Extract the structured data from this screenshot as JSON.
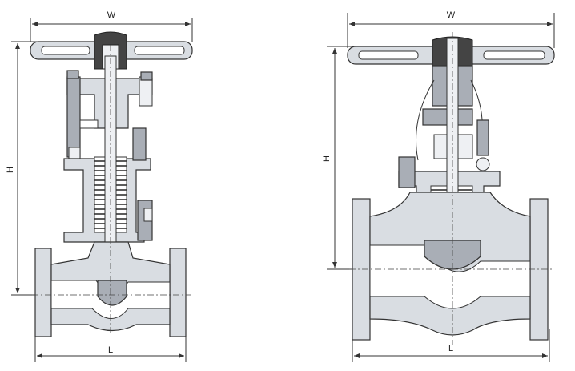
{
  "left_view": {
    "width_label": "W",
    "height_label": "H",
    "length_label": "L"
  },
  "right_view": {
    "width_label": "W",
    "height_label": "H",
    "length_label": "L"
  },
  "colors": {
    "line": "#333333",
    "body_fill": "#d9dde2",
    "dark_fill": "#a9aeb6",
    "background": "#ffffff"
  }
}
